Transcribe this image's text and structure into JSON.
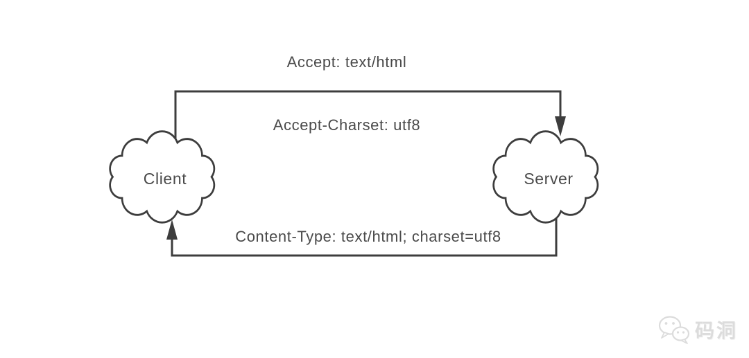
{
  "diagram": {
    "top_flow": {
      "direction": "client-to-server",
      "label_above_line": "Accept: text/html",
      "label_below_line": "Accept-Charset: utf8"
    },
    "bottom_flow": {
      "direction": "server-to-client",
      "label": "Content-Type: text/html; charset=utf8"
    },
    "nodes": {
      "client": "Client",
      "server": "Server"
    },
    "colors": {
      "line": "#3d3d3d",
      "text": "#4a4a4a",
      "node_fill": "#ffffff",
      "watermark": "#dcdcdc"
    }
  },
  "watermark": {
    "icon": "wechat-icon",
    "text": "码洞"
  }
}
